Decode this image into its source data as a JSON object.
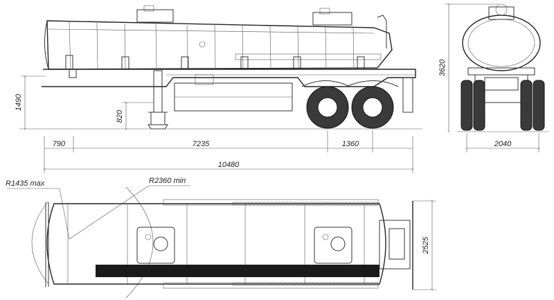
{
  "side_view": {
    "dims": {
      "front_overhang": "790",
      "wheelbase": "7235",
      "axle_spacing": "1360",
      "total_length": "10480",
      "coupling_height": "1490",
      "support_height": "820"
    }
  },
  "rear_view": {
    "dims": {
      "height": "3620",
      "width": "2040"
    }
  },
  "top_view": {
    "dims": {
      "front_radius": "R1435 max",
      "turning_radius": "R2360 min",
      "width": "2525"
    }
  },
  "colors": {
    "line": "#333333",
    "tire": "#3a3a3a",
    "stripe": "#1a1a1a",
    "paper": "#ffffff"
  }
}
